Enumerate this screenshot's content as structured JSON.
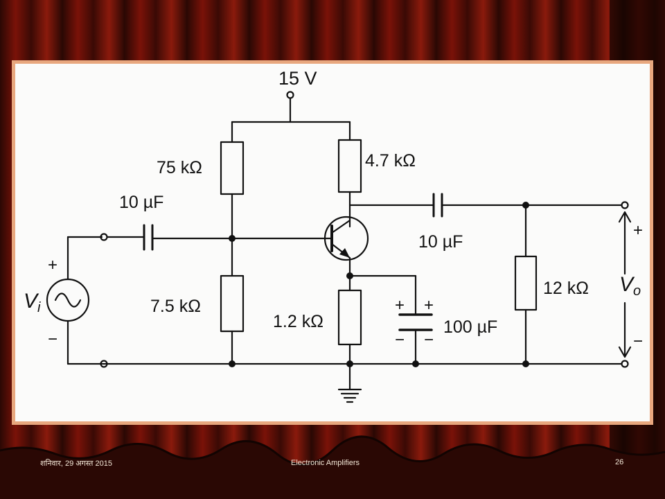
{
  "slide": {
    "footer_date": "शनिवार, 29 अगस्त 2015",
    "footer_title": "Electronic Amplifiers",
    "page_number": "26"
  },
  "circuit": {
    "supply_label": "15 V",
    "r1_label": "75 kΩ",
    "r2_label": "7.5 kΩ",
    "rc_label": "4.7 kΩ",
    "re_label": "1.2 kΩ",
    "rl_label": "12 kΩ",
    "c_in_label": "10 µF",
    "c_out_label": "10 µF",
    "c_e_label": "100 µF",
    "vi_label": "V",
    "vi_sub": "i",
    "vo_label": "V",
    "vo_sub": "o",
    "plus": "+",
    "minus": "−"
  },
  "colors": {
    "curtain_dark": "#2a0804",
    "curtain_red": "#7a1208",
    "frame": "#e8a77e",
    "ink": "#111111"
  }
}
